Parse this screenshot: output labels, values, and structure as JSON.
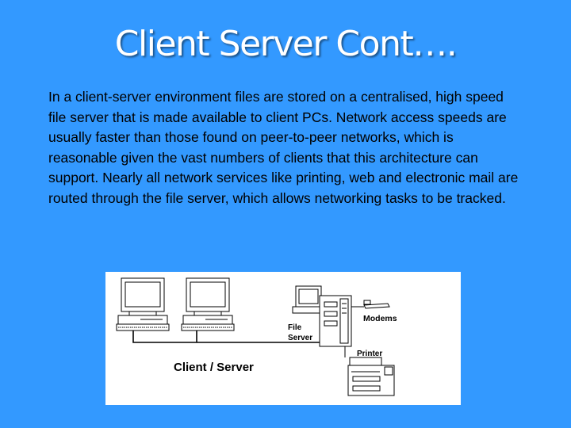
{
  "slide": {
    "title": "Client Server Cont….",
    "body": "In a client-server environment files are stored on a centralised, high speed file server that is made available to client PCs. Network access speeds are usually faster than those found on peer-to-peer networks, which is reasonable given the vast numbers of clients that this architecture can support.  Nearly all network services like printing, web and electronic mail are routed through the file server, which allows networking tasks to be tracked."
  },
  "diagram": {
    "labels": {
      "modems": "Modems",
      "file_server_line1": "File",
      "file_server_line2": "Server",
      "printer": "Printer",
      "caption": "Client / Server"
    }
  },
  "colors": {
    "background": "#3399ff",
    "title": "#ffffff",
    "body_text": "#000000",
    "diagram_background": "#ffffff"
  }
}
